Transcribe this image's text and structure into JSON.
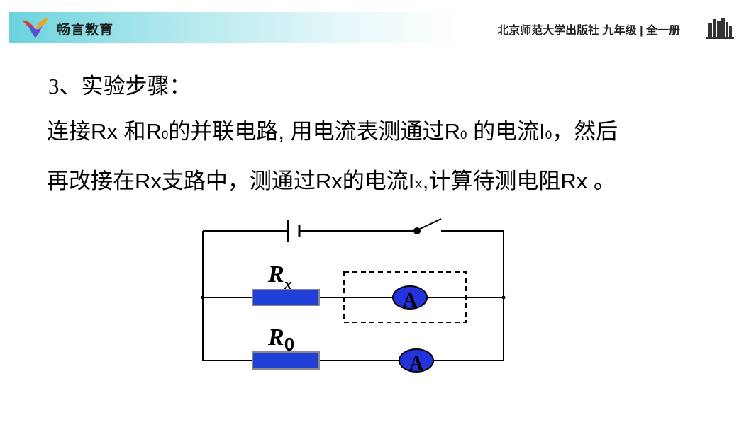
{
  "header": {
    "brand": "畅言教育",
    "publisher": "北京师范大学出版社 九年级 | 全一册",
    "logo_icon": "bird-logo-icon",
    "books_icon": "books-icon",
    "accent": "#6ad2dd"
  },
  "content": {
    "step_title": "3、实验步骤：",
    "para1": {
      "t1": "连接Rx 和R",
      "s1": "0",
      "t2": "的并联电路, 用电流表测通过R",
      "s2": "0",
      "t3": " 的电流I",
      "s3": "0",
      "t4": "，然后"
    },
    "para2": {
      "t1": "再改接在Rx支路中，测通过Rx的电流I",
      "s1": "X",
      "t2": ",计算待测电阻Rx 。"
    }
  },
  "circuit": {
    "rx_label": "R",
    "rx_sub": "x",
    "r0_label": "R",
    "r0_sub": "0",
    "ammeter_label": "A",
    "resistor_color": "#1f3fd6",
    "ammeter_color": "#2233dd"
  }
}
